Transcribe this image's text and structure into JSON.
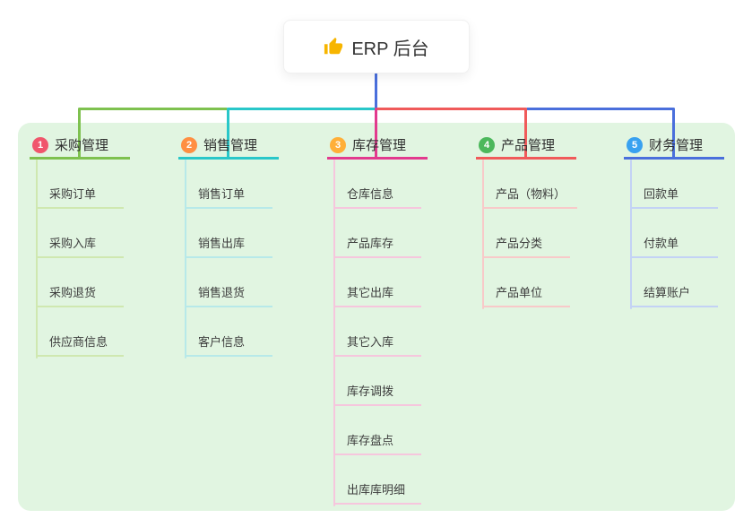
{
  "root": {
    "icon": "thumbs-up-icon",
    "title": "ERP 后台"
  },
  "colors": {
    "panel_background": "#e1f5e1",
    "root_connector": "#4a6fdc",
    "branch_lines": [
      "#7ec14f",
      "#29c7c9",
      "#e23a8e",
      "#f05a5a",
      "#4a6fdc"
    ],
    "badges": [
      "#f0566c",
      "#ff8f42",
      "#ffaf38",
      "#4cb85c",
      "#38a1f0"
    ],
    "thumb_icon": "#f7b500"
  },
  "branches": [
    {
      "num": "1",
      "title": "采购管理",
      "children": [
        "采购订单",
        "采购入库",
        "采购退货",
        "供应商信息"
      ]
    },
    {
      "num": "2",
      "title": "销售管理",
      "children": [
        "销售订单",
        "销售出库",
        "销售退货",
        "客户信息"
      ]
    },
    {
      "num": "3",
      "title": "库存管理",
      "children": [
        "仓库信息",
        "产品库存",
        "其它出库",
        "其它入库",
        "库存调拨",
        "库存盘点",
        "出库库明细"
      ]
    },
    {
      "num": "4",
      "title": "产品管理",
      "children": [
        "产品（物料）",
        "产品分类",
        "产品单位"
      ]
    },
    {
      "num": "5",
      "title": "财务管理",
      "children": [
        "回款单",
        "付款单",
        "结算账户"
      ]
    }
  ]
}
